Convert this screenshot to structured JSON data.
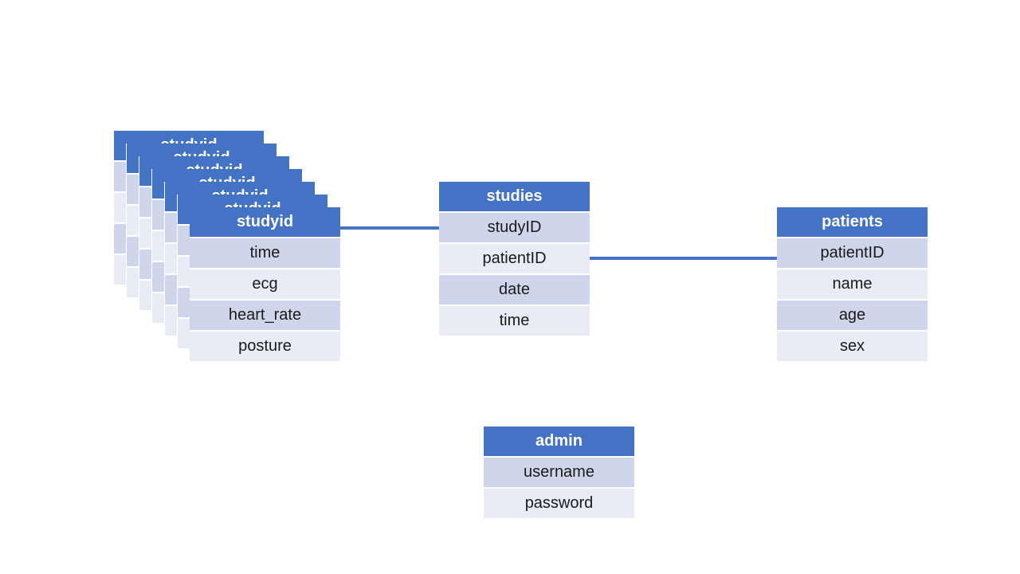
{
  "tables": {
    "studyid": {
      "title": "studyid",
      "fields": [
        "time",
        "ecg",
        "heart_rate",
        "posture"
      ]
    },
    "studies": {
      "title": "studies",
      "fields": [
        "studyID",
        "patientID",
        "date",
        "time"
      ]
    },
    "patients": {
      "title": "patients",
      "fields": [
        "patientID",
        "name",
        "age",
        "sex"
      ]
    },
    "admin": {
      "title": "admin",
      "fields": [
        "username",
        "password"
      ]
    }
  },
  "colors": {
    "header": "#4472c4",
    "row_odd": "#cfd5ea",
    "row_even": "#e9ebf5",
    "connector": "#4472c4"
  }
}
